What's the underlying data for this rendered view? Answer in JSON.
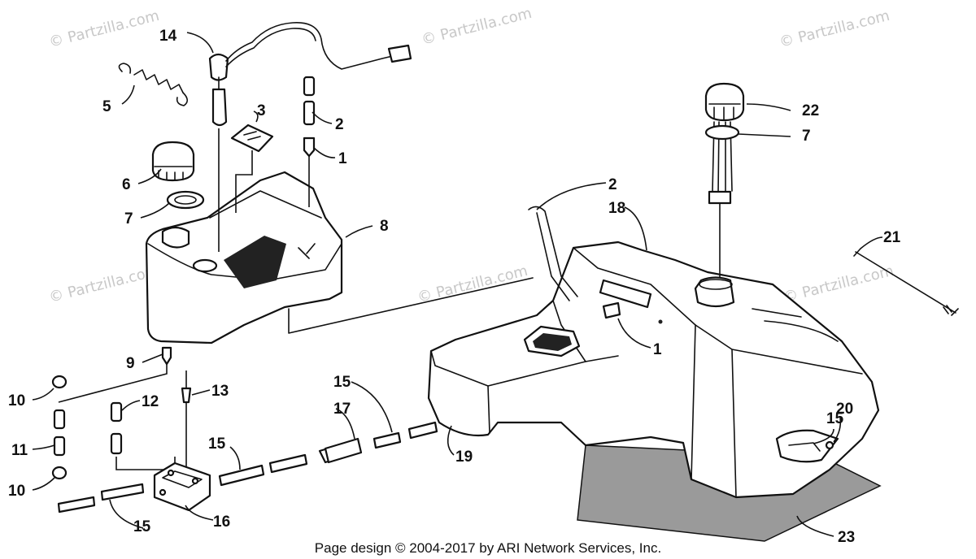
{
  "watermark": "© Partzilla.com",
  "footer": "Page design © 2004-2017 by ARI Network Services, Inc.",
  "callouts": [
    "14",
    "5",
    "3",
    "2",
    "1",
    "6",
    "7",
    "8",
    "9",
    "10",
    "11",
    "12",
    "13",
    "10",
    "15",
    "16",
    "15",
    "17",
    "15",
    "19",
    "2",
    "18",
    "22",
    "7",
    "21",
    "1",
    "15",
    "20",
    "23"
  ]
}
